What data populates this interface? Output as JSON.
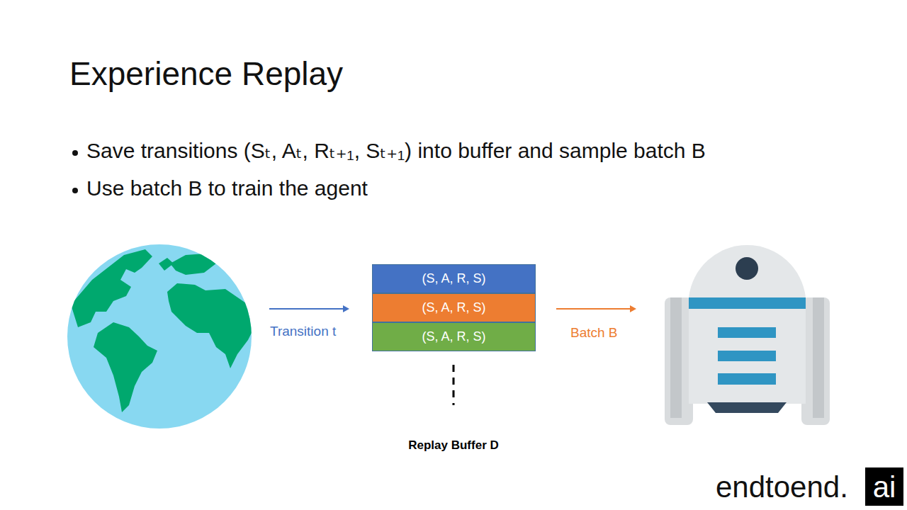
{
  "diagram": {
    "title": "Experience Replay",
    "nodes": [
      {
        "text": [
          "(S, A, R, S)"
        ]
      },
      {
        "text": [
          "(S, A, R, S)"
        ]
      },
      {
        "text": [
          "(S, A, R, S)"
        ]
      }
    ],
    "edges": [],
    "labels": [
      "Save transitions (Sₜ, Aₜ, Rₜ₊₁, Sₜ₊₁) into buffer and sample batch B",
      "Use batch B to train the agent",
      "Transition t",
      "Batch B",
      "Replay Buffer D",
      "endtoend.",
      "ai"
    ]
  }
}
